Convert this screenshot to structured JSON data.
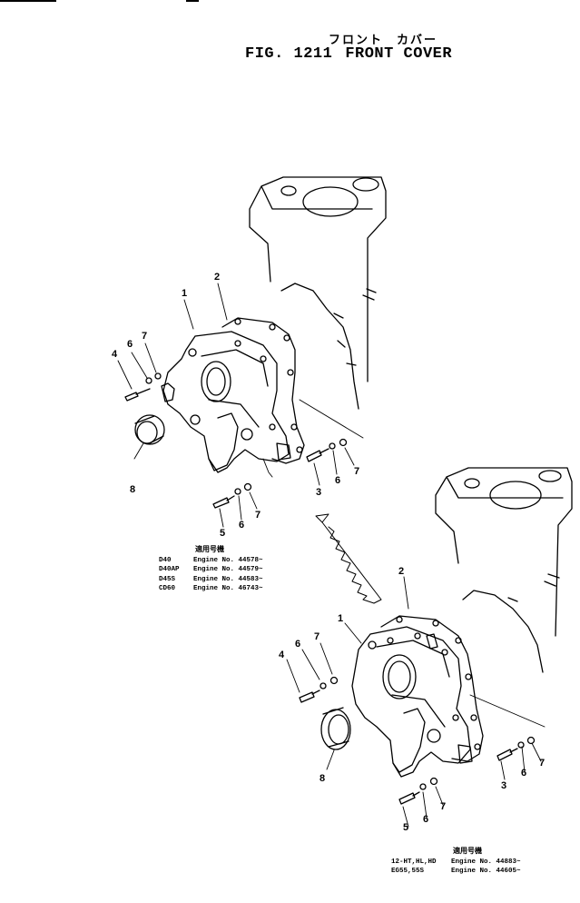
{
  "title": {
    "japanese": "フロント　カバー",
    "fig": "FIG. 1211",
    "name": "FRONT COVER"
  },
  "upper_view": {
    "callouts": [
      "1",
      "2",
      "3",
      "4",
      "5",
      "6",
      "6",
      "6",
      "7",
      "7",
      "7",
      "8"
    ],
    "serial_table": {
      "header": "適用号機",
      "rows": [
        {
          "model": "D40",
          "serial": "Engine No. 44578~"
        },
        {
          "model": "D40AP",
          "serial": "Engine No. 44579~"
        },
        {
          "model": "D45S",
          "serial": "Engine No. 44583~"
        },
        {
          "model": "CD60",
          "serial": "Engine No. 46743~"
        }
      ]
    }
  },
  "lower_view": {
    "callouts": [
      "1",
      "2",
      "3",
      "4",
      "5",
      "6",
      "6",
      "6",
      "7",
      "7",
      "7",
      "8"
    ],
    "serial_table": {
      "header": "適用号機",
      "rows": [
        {
          "model": "12-HT,HL,HD",
          "serial": "Engine No. 44883~"
        },
        {
          "model": "EG55,55S",
          "serial": "Engine No. 44605~"
        }
      ]
    }
  }
}
